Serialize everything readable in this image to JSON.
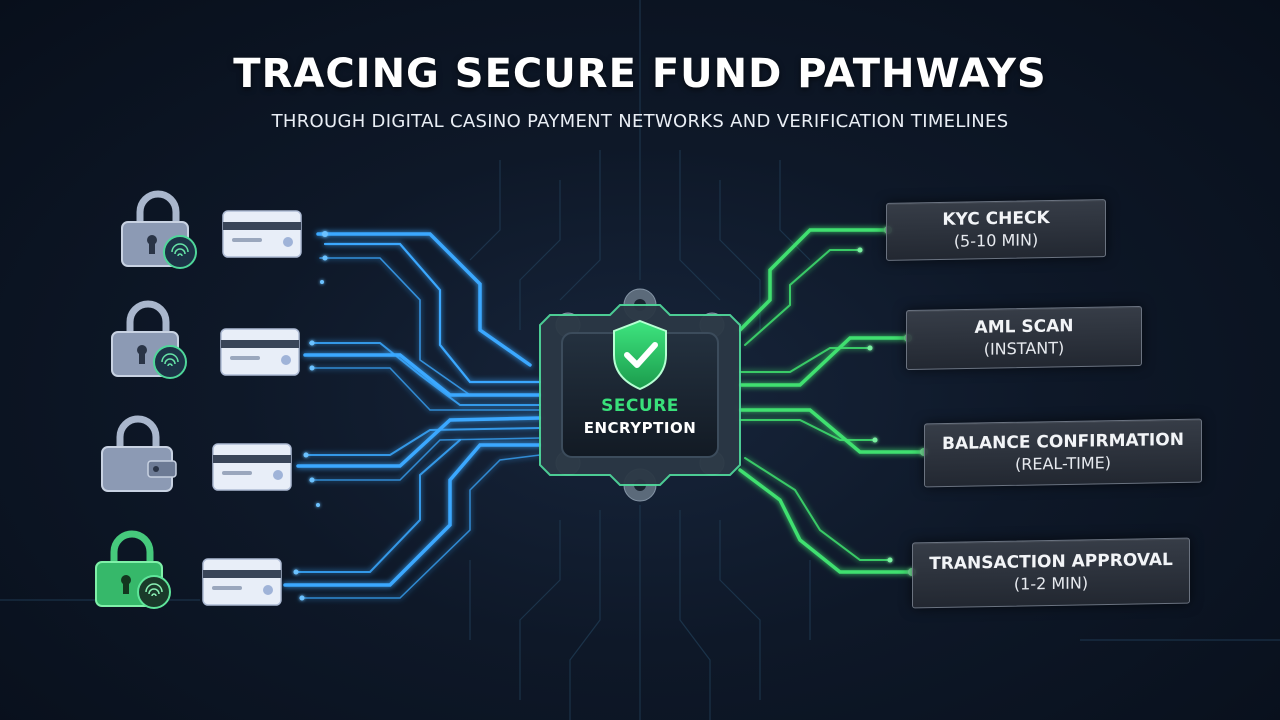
{
  "header": {
    "title": "TRACING SECURE FUND PATHWAYS",
    "subtitle": "THROUGH DIGITAL CASINO PAYMENT NETWORKS AND VERIFICATION TIMELINES"
  },
  "hub": {
    "line1": "SECURE",
    "line2": "ENCRYPTION",
    "icon": "shield-check-icon"
  },
  "sources": [
    {
      "lock_icon": "padlock-fingerprint-icon",
      "card_icon": "credit-card-icon",
      "color": "#9aa9c4"
    },
    {
      "lock_icon": "padlock-fingerprint-icon",
      "card_icon": "credit-card-icon",
      "color": "#9aa9c4"
    },
    {
      "lock_icon": "padlock-wallet-icon",
      "card_icon": "credit-card-icon",
      "color": "#9aa9c4"
    },
    {
      "lock_icon": "padlock-fingerprint-icon",
      "card_icon": "credit-card-icon",
      "color": "#3ed37a"
    }
  ],
  "steps": [
    {
      "title": "KYC CHECK",
      "time": "(5-10 MIN)"
    },
    {
      "title": "AML SCAN",
      "time": "(INSTANT)"
    },
    {
      "title": "BALANCE CONFIRMATION",
      "time": "(REAL-TIME)"
    },
    {
      "title": "TRANSACTION APPROVAL",
      "time": "(1-2 MIN)"
    }
  ],
  "colors": {
    "input_lines": "#3aa8ff",
    "output_lines": "#3fe06f",
    "accent": "#39e07a"
  }
}
